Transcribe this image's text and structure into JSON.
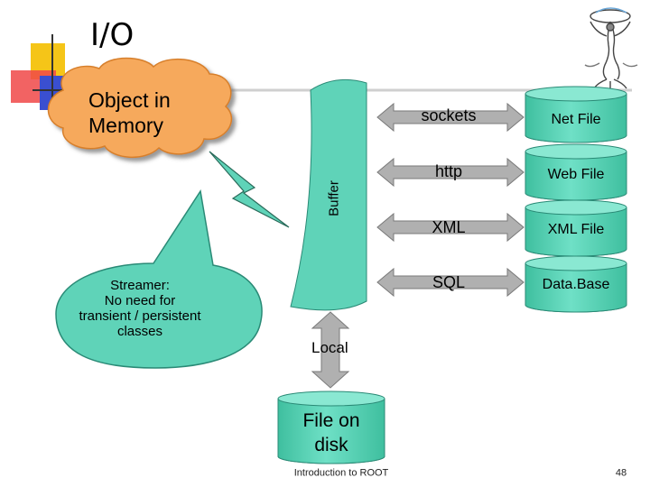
{
  "slide": {
    "title": "I/O",
    "memory_cloud": "Object in\nMemory",
    "buffer_label": "Buffer",
    "streamer_callout": "Streamer:\nNo need for\ntransient / persistent\nclasses",
    "local_label": "Local",
    "disk_label": "File on\ndisk",
    "footer": "Introduction to ROOT",
    "page_number": "48"
  },
  "channels": [
    {
      "label": "sockets",
      "target": "Net File"
    },
    {
      "label": "http",
      "target": "Web File"
    },
    {
      "label": "XML",
      "target": "XML File"
    },
    {
      "label": "SQL",
      "target": "Data.Base"
    }
  ],
  "colors": {
    "accent_orange": "#f5a24a",
    "accent_yellow": "#f5c518",
    "accent_blue": "#3a4fd0",
    "accent_pink": "#f04848",
    "cloud_fill": "#f6a95c",
    "teal_fill": "#5fd3b8",
    "arrow_fill": "#b0b0b0"
  },
  "icons": [
    "decorative-squares-icon",
    "tree-figure-logo-icon",
    "lightning-bolt-icon"
  ]
}
